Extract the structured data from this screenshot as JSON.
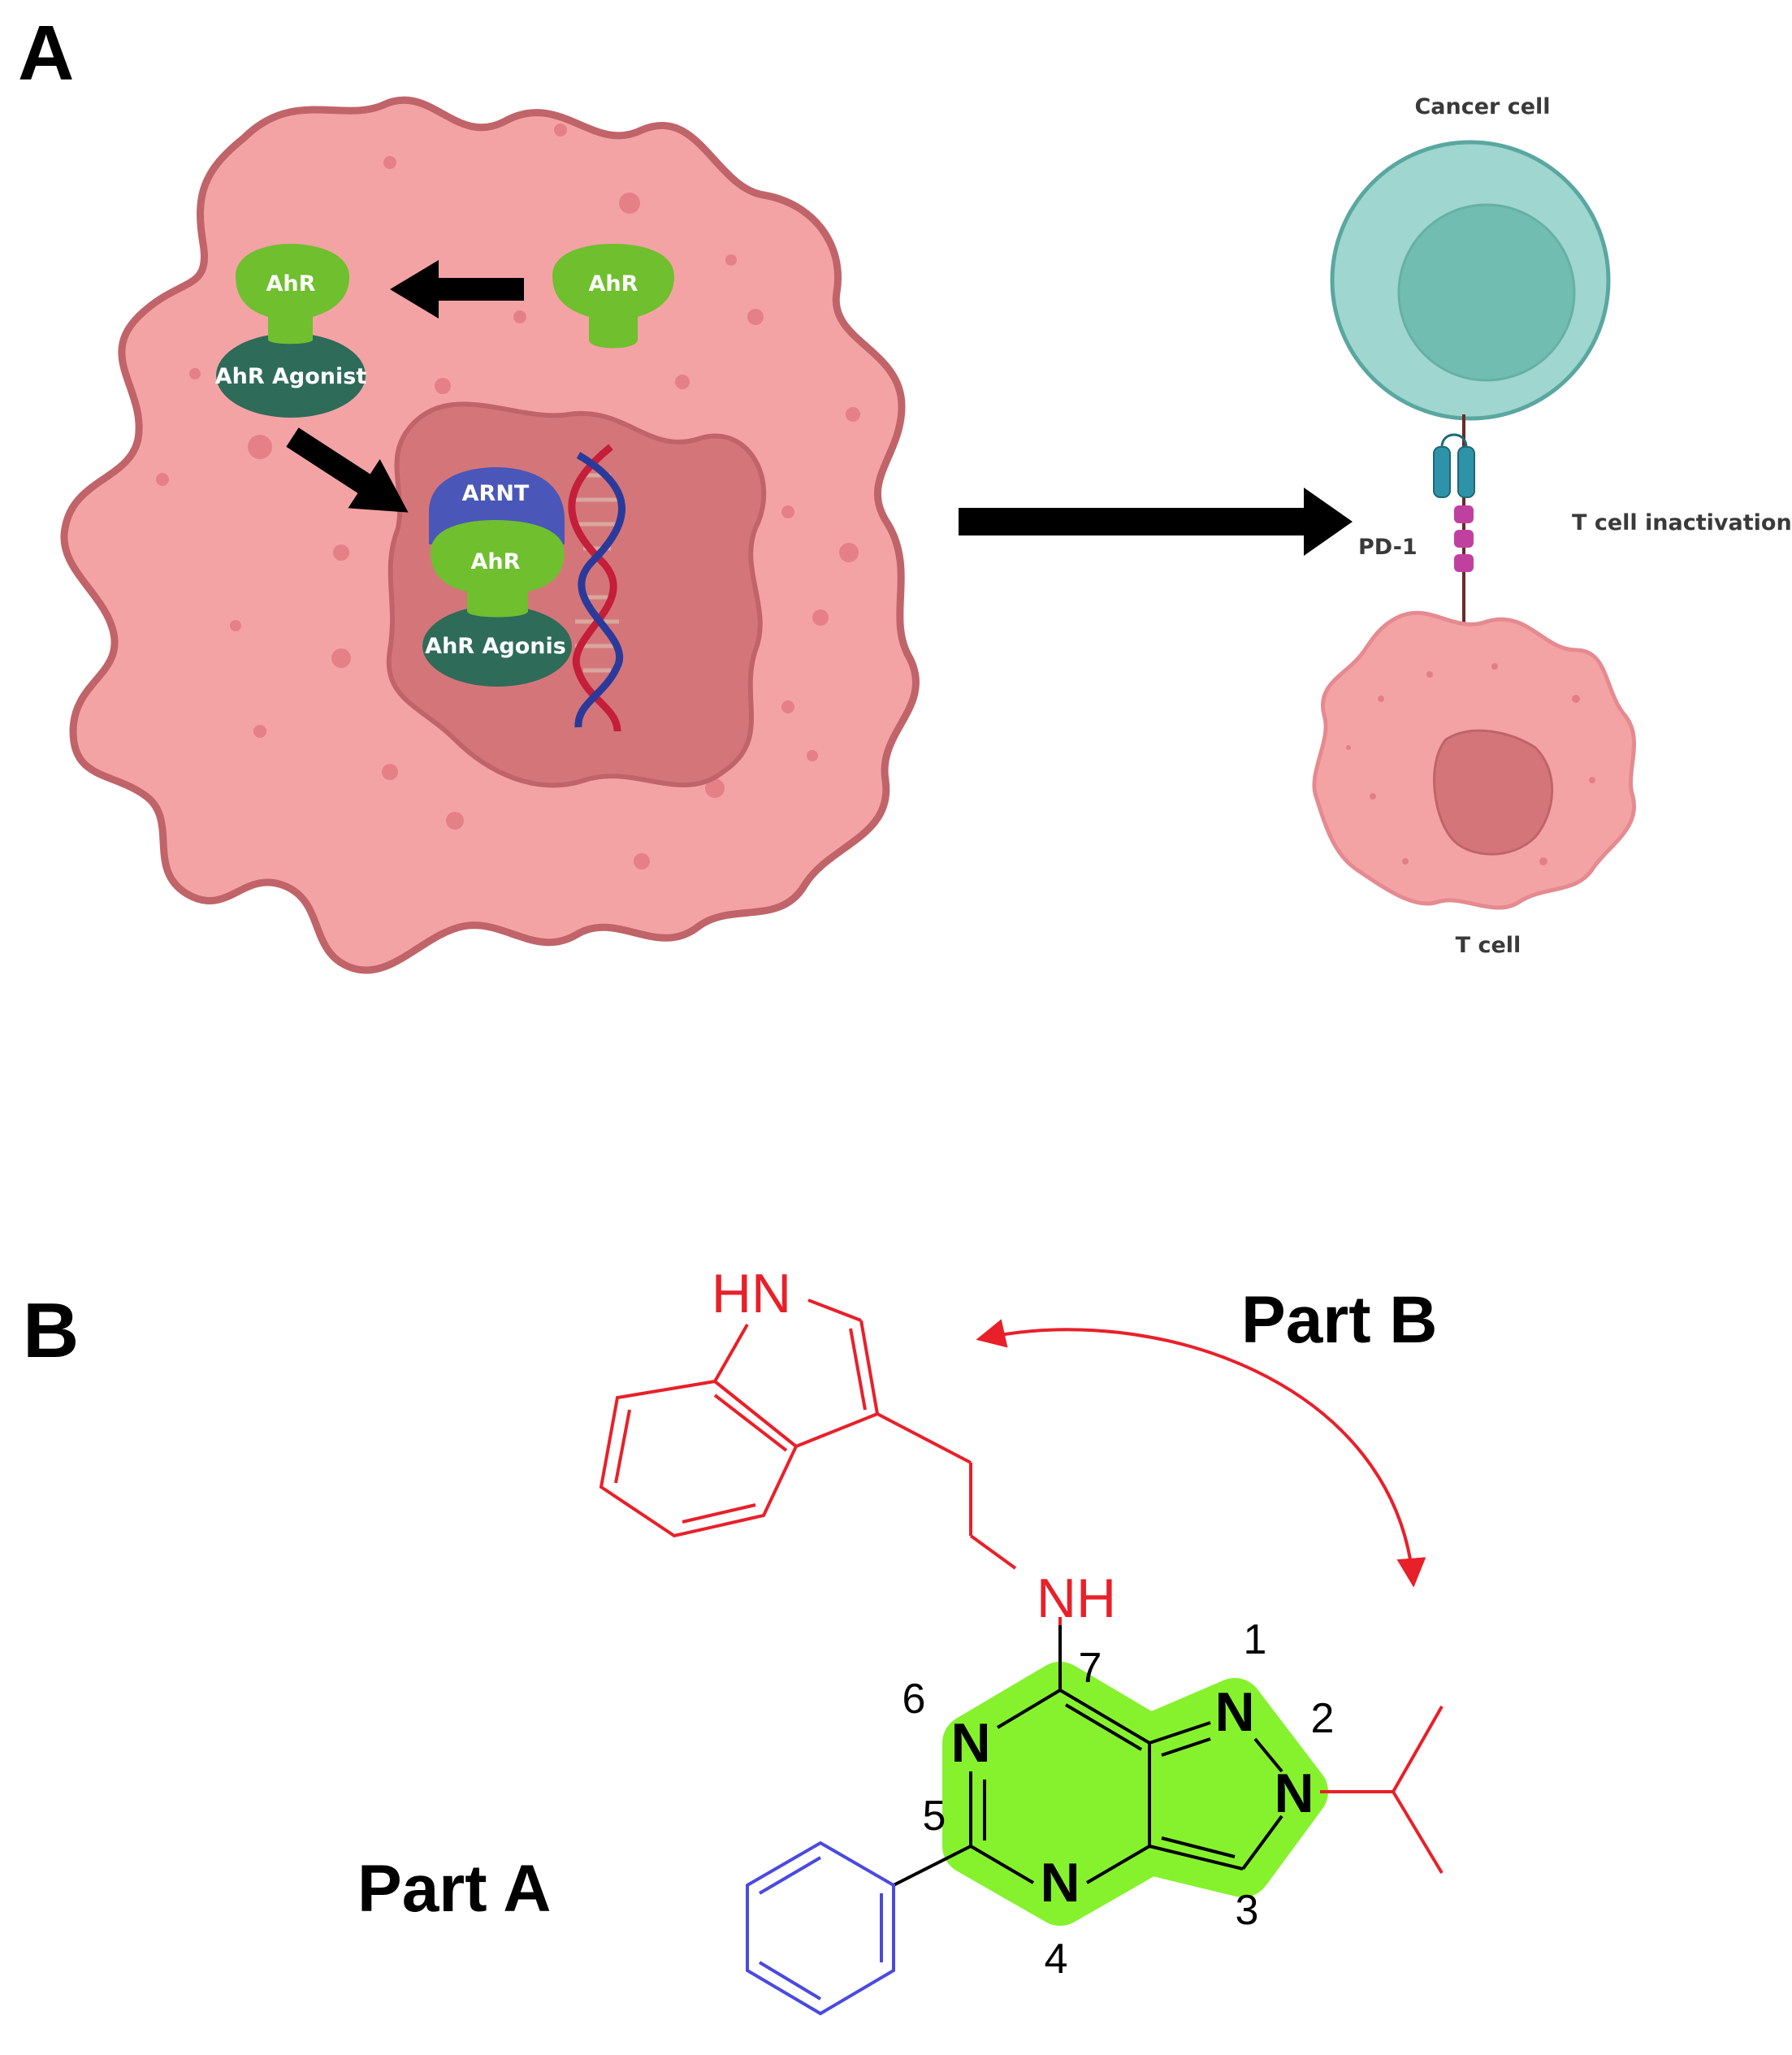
{
  "panels": {
    "a": "A",
    "b": "B"
  },
  "panel_a": {
    "ahr_label": "AhR",
    "agonist_label": "AhR Agonist",
    "agonist_label_cut": "AhR Agonis",
    "arnt_label": "ARNT",
    "cancer_cell_label": "Cancer cell",
    "pd1_label": "PD-1",
    "inactivation_label": "T cell inactivation",
    "tcell_label": "T cell"
  },
  "panel_b": {
    "part_a": "Part A",
    "part_b": "Part B",
    "atoms": {
      "hn": "HN",
      "nh": "NH",
      "n": "N"
    },
    "locants": [
      "1",
      "2",
      "3",
      "4",
      "5",
      "6",
      "7"
    ]
  },
  "colors": {
    "cell_fill": "#f4a3a5",
    "cell_border": "#c0646a",
    "nucleus_fill": "#d47679",
    "ahr_green": "#6fbf2e",
    "agonist_teal": "#2e6b59",
    "arnt_blue": "#4a56b8",
    "cancer_outer": "#9fd6d0",
    "cancer_inner": "#72bdb2",
    "highlight": "#86f22e",
    "red_moiety": "#e8202a",
    "blue_moiety": "#4a4ae0"
  }
}
